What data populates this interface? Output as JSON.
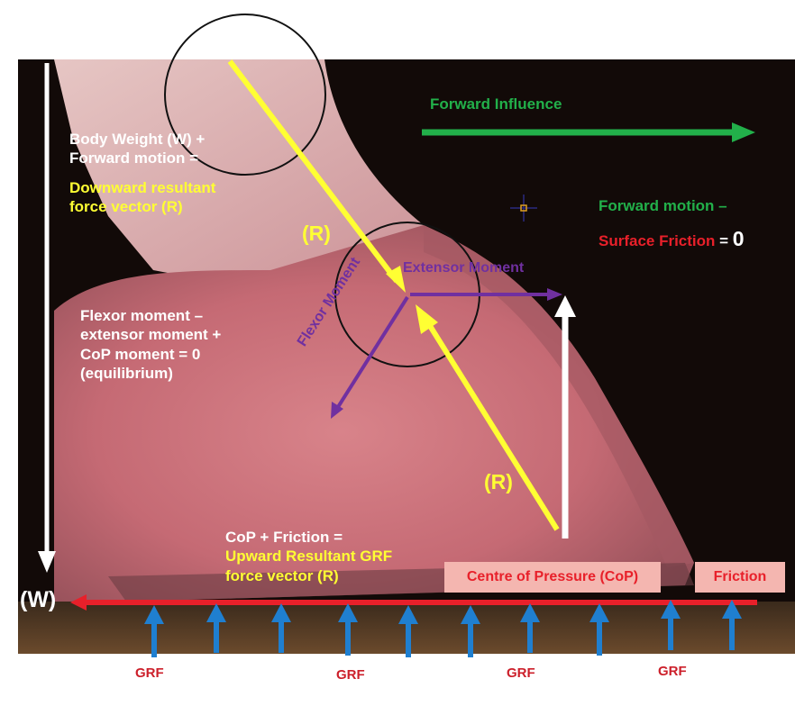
{
  "labels": {
    "body_weight_line1": "Body Weight  (W) +",
    "body_weight_line2": "Forward motion =",
    "downward_line1": "Downward resultant",
    "downward_line2": "force vector (R)",
    "forward_influence": "Forward Influence",
    "forward_motion": "Forward motion –",
    "surface_friction": "Surface Friction",
    "equals": " = ",
    "zero": "0",
    "r_top": "(R)",
    "r_bottom": "(R)",
    "extensor_moment": "Extensor Moment",
    "flexor_moment": "Flexor Moment",
    "flexor_line1": "Flexor moment –",
    "flexor_line2": "extensor moment +",
    "flexor_line3": "CoP moment = 0",
    "flexor_line4": "(equilibrium)",
    "cop_line1": "CoP + Friction =",
    "cop_line2": "Upward Resultant GRF",
    "cop_line3": "force vector (R)",
    "centre_of_pressure": "Centre of Pressure (CoP)",
    "friction": "Friction",
    "w": "(W)",
    "grf": [
      "GRF",
      "GRF",
      "GRF",
      "GRF"
    ]
  },
  "colors": {
    "white": "#ffffff",
    "yellow": "#ffff33",
    "green": "#22b04a",
    "red": "#e8202a",
    "purple": "#7030a0",
    "blue": "#1f7fd0",
    "box": "#f4b6b0"
  }
}
